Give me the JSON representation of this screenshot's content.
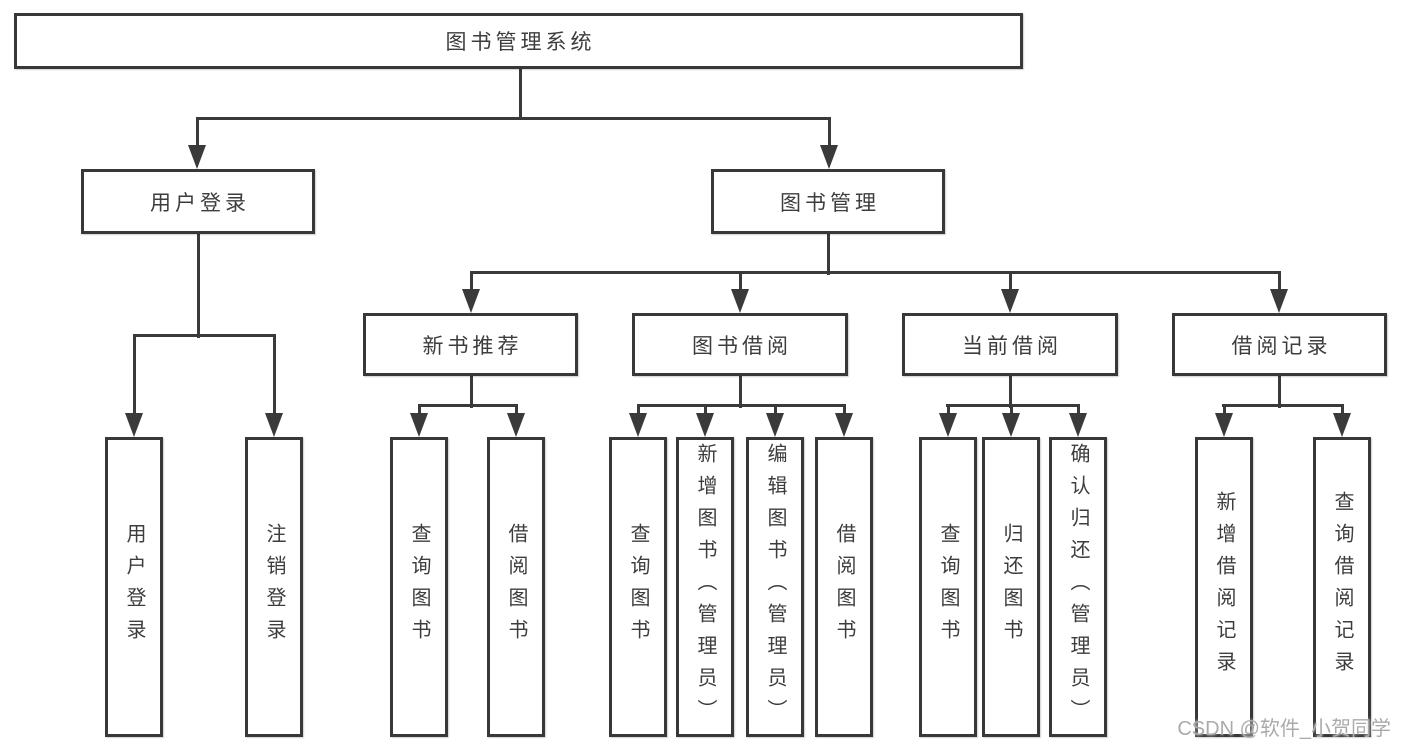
{
  "diagram": {
    "root": {
      "label": "图书管理系统"
    },
    "level2": [
      {
        "label": "用户登录"
      },
      {
        "label": "图书管理"
      }
    ],
    "level3": [
      {
        "label": "新书推荐"
      },
      {
        "label": "图书借阅"
      },
      {
        "label": "当前借阅"
      },
      {
        "label": "借阅记录"
      }
    ],
    "leaves": {
      "user_login": [
        "用户登录",
        "注销登录"
      ],
      "new_book": [
        "查询图书",
        "借阅图书"
      ],
      "book_borrow": [
        "查询图书",
        "新增图书（管理员）",
        "编辑图书（管理员）",
        "借阅图书"
      ],
      "current_borrow": [
        "查询图书",
        "归还图书",
        "确认归还（管理员）"
      ],
      "borrow_record": [
        "新增借阅记录",
        "查询借阅记录"
      ]
    }
  },
  "watermark": "CSDN @软件_小贺同学",
  "colors": {
    "line": "#3a3a3a",
    "border": "#383838",
    "text": "#3d3d3d",
    "watermark_text": "#ababab",
    "box_fill": "#ffffff",
    "background": "#ffffff"
  }
}
